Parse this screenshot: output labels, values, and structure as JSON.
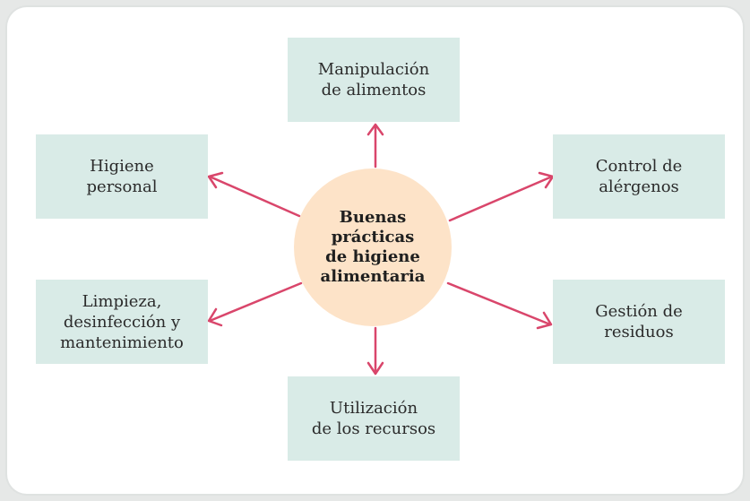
{
  "center": {
    "lines": [
      "Buenas",
      "prácticas",
      "de higiene",
      "alimentaria"
    ]
  },
  "nodes": {
    "top": {
      "lines": [
        "Manipulación",
        "de alimentos"
      ]
    },
    "upper_left": {
      "lines": [
        "Higiene",
        "personal"
      ]
    },
    "upper_right": {
      "lines": [
        "Control de",
        "alérgenos"
      ]
    },
    "lower_left": {
      "lines": [
        "Limpieza,",
        "desinfección y",
        "mantenimiento"
      ]
    },
    "lower_right": {
      "lines": [
        "Gestión de",
        "residuos"
      ]
    },
    "bottom": {
      "lines": [
        "Utilización",
        "de los recursos"
      ]
    }
  },
  "colors": {
    "arrow": "#d9466b",
    "node_fill": "#d9ebe7",
    "center_fill": "#fde3c8"
  }
}
